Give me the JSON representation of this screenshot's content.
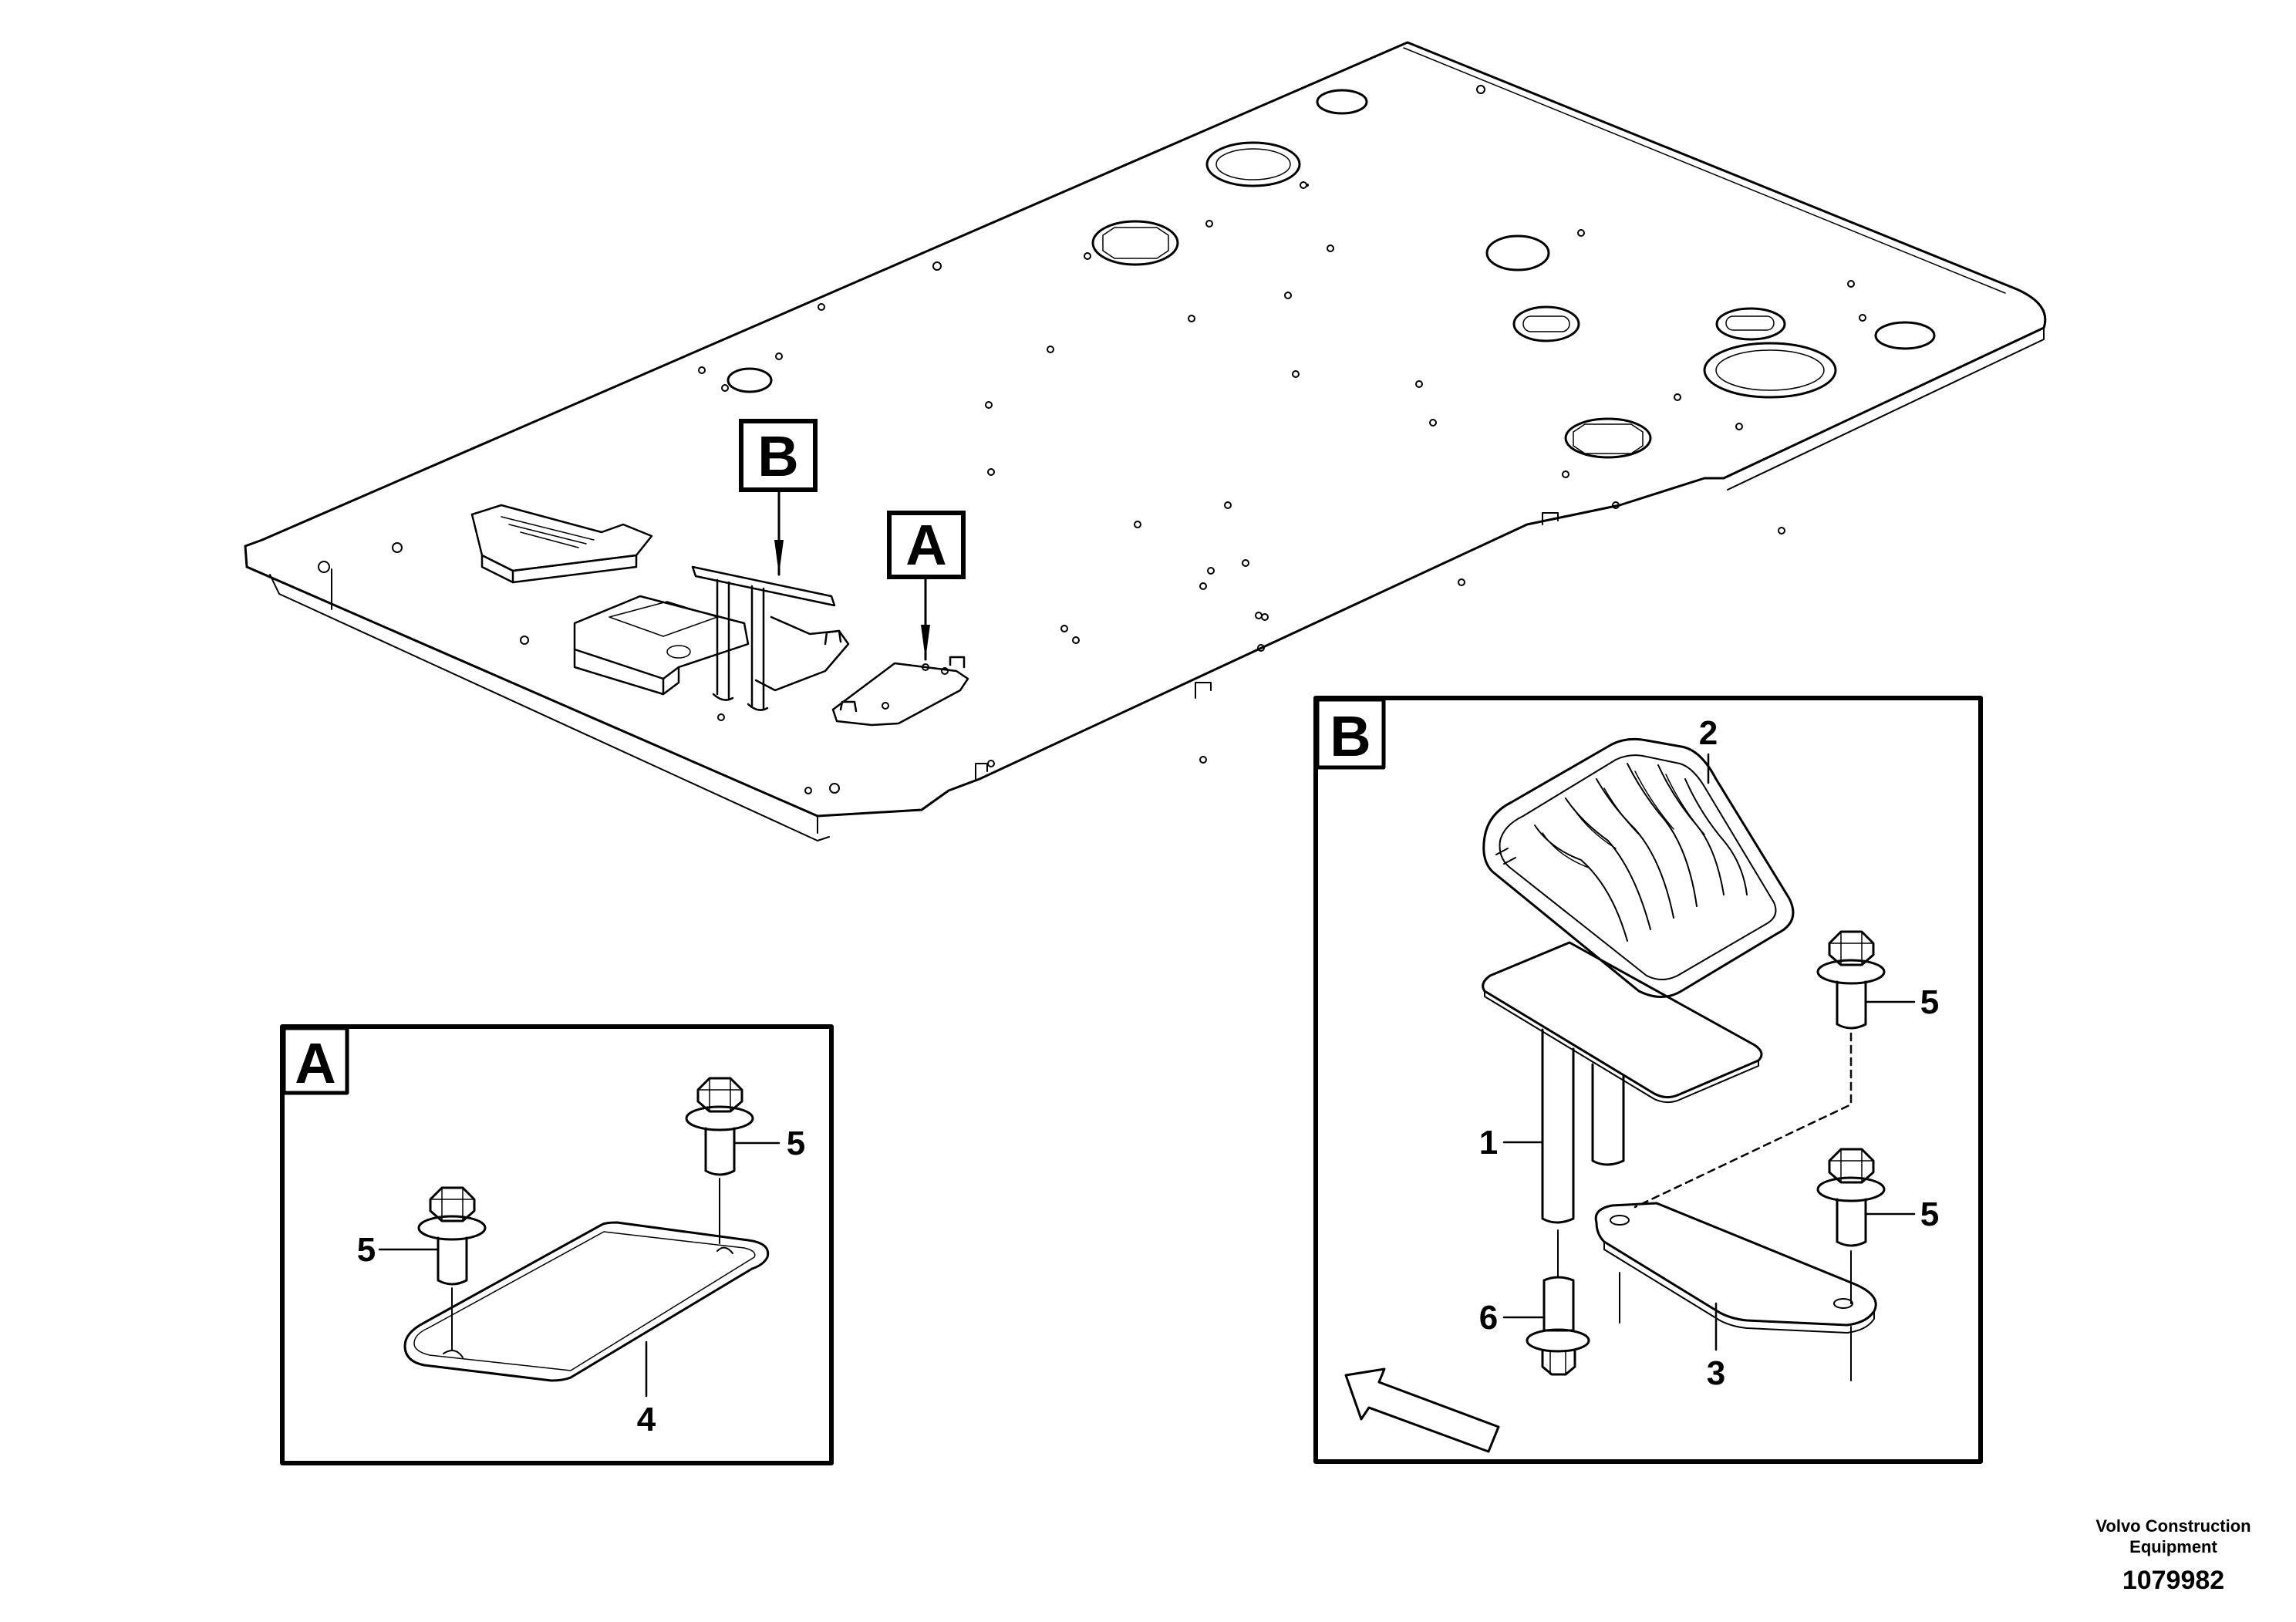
{
  "view_tags": {
    "a": "A",
    "b": "B"
  },
  "detail_a": {
    "tag": "A",
    "callouts": {
      "bolt_left": "5",
      "bolt_right": "5",
      "plate": "4"
    }
  },
  "detail_b": {
    "tag": "B",
    "callouts": {
      "pedal_cover": "2",
      "bolt_upper": "5",
      "pin": "1",
      "bolt_lower": "5",
      "stud": "6",
      "plate": "3"
    }
  },
  "footer": {
    "company_line1": "Volvo Construction",
    "company_line2": "Equipment",
    "doc_number": "1079982"
  }
}
